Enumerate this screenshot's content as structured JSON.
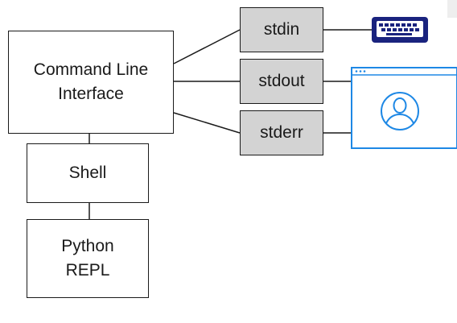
{
  "nodes": {
    "cli": "Command Line\nInterface",
    "shell": "Shell",
    "repl": "Python\nREPL",
    "stdin": "stdin",
    "stdout": "stdout",
    "stderr": "stderr"
  },
  "icons": {
    "keyboard": "keyboard-icon",
    "display": "user-window-icon"
  },
  "colors": {
    "line": "#1a1a1a",
    "stream_fill": "#d3d3d3",
    "keyboard": "#1a237e",
    "display": "#1e88e5"
  }
}
